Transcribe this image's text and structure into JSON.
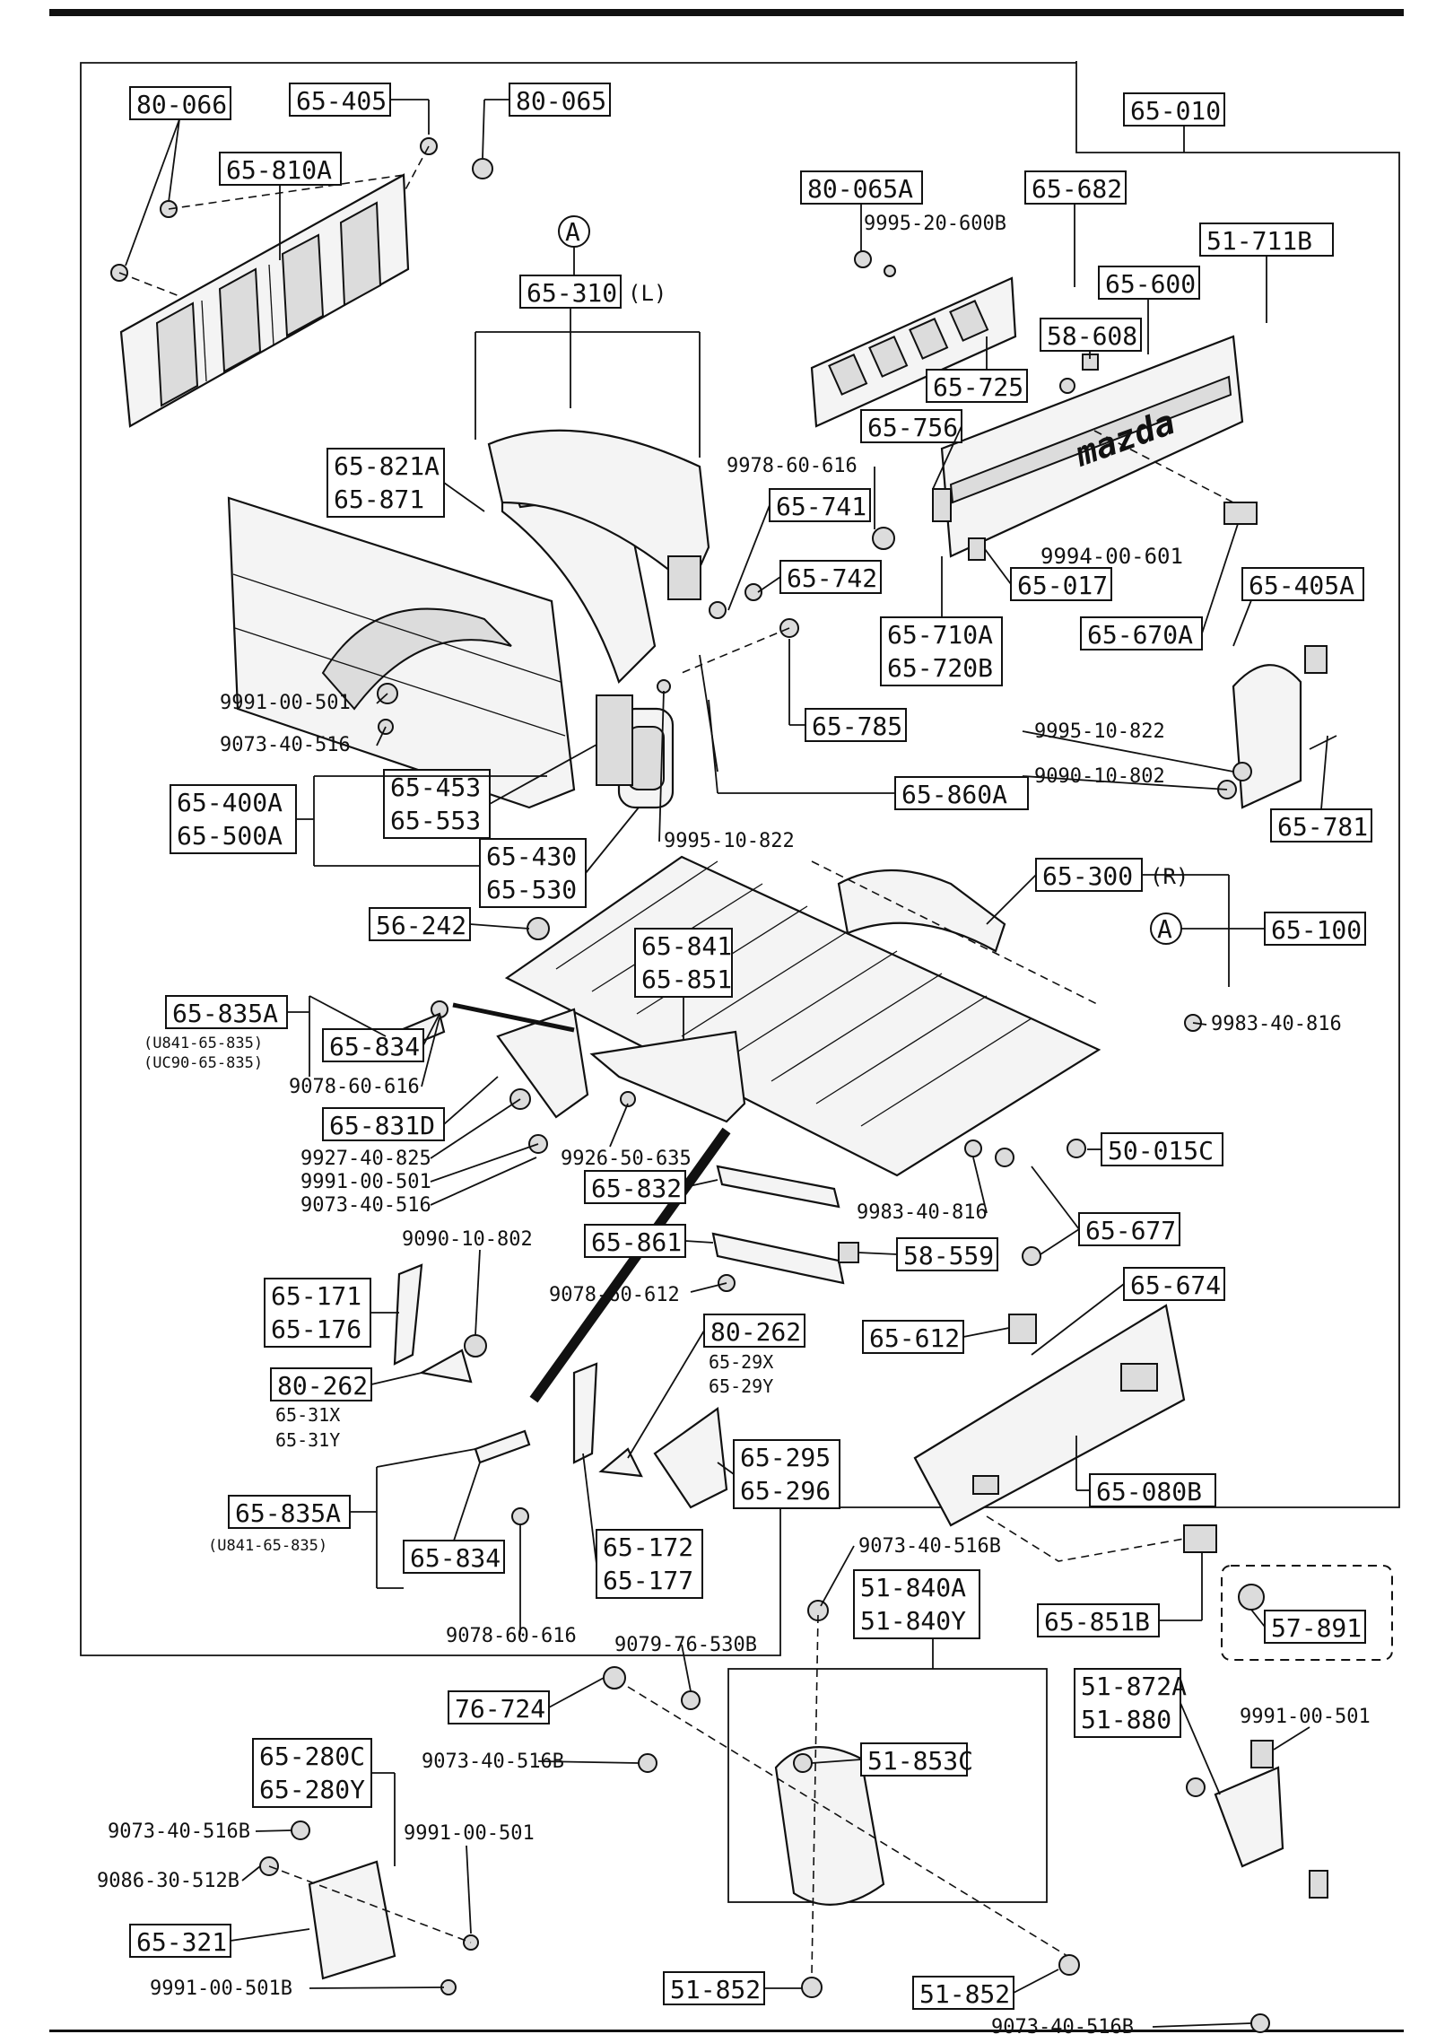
{
  "labels": {
    "p80_066": "80-066",
    "p65_405": "65-405",
    "p80_065": "80-065",
    "p65_010": "65-010",
    "p65_810A": "65-810A",
    "cA_top": "A",
    "p65_310": "65-310",
    "p65_310_side": "(L)",
    "p80_065A": "80-065A",
    "p9995_20_600B": "9995-20-600B",
    "p65_682": "65-682",
    "p51_711B": "51-711B",
    "p65_600": "65-600",
    "p58_608": "58-608",
    "p65_725": "65-725",
    "p65_756": "65-756",
    "p65_821A": "65-821A",
    "p65_871": "65-871",
    "p9978_60_616": "9978-60-616",
    "p65_741": "65-741",
    "p65_742": "65-742",
    "p9994_00_601": "9994-00-601",
    "p65_017": "65-017",
    "p65_405A": "65-405A",
    "p65_710A": "65-710A",
    "p65_720B": "65-720B",
    "p65_670A": "65-670A",
    "p9991_00_501_a": "9991-00-501",
    "p9073_40_516_a": "9073-40-516",
    "p65_785": "65-785",
    "p9995_10_822_a": "9995-10-822",
    "p9090_10_802_a": "9090-10-802",
    "p65_400A": "65-400A",
    "p65_500A": "65-500A",
    "p65_453": "65-453",
    "p65_553": "65-553",
    "p65_860A": "65-860A",
    "p65_781": "65-781",
    "p65_430": "65-430",
    "p65_530": "65-530",
    "p9995_10_822_b": "9995-10-822",
    "p65_300": "65-300",
    "p65_300_side": "(R)",
    "p56_242": "56-242",
    "p65_841": "65-841",
    "p65_851": "65-851",
    "cA_mid": "A",
    "p65_100": "65-100",
    "p65_835A_a": "65-835A",
    "p65_835A_a_n1": "(U841-65-835)",
    "p65_835A_a_n2": "(UC90-65-835)",
    "p65_834_a": "65-834",
    "p9983_40_816_a": "9983-40-816",
    "p9078_60_616_a": "9078-60-616",
    "p65_831D": "65-831D",
    "p9927_40_825": "9927-40-825",
    "p9926_50_635": "9926-50-635",
    "p50_015C": "50-015C",
    "p9991_00_501_b": "9991-00-501",
    "p9073_40_516_b": "9073-40-516",
    "p65_832": "65-832",
    "p9983_40_816_b": "9983-40-816",
    "p65_677": "65-677",
    "p9090_10_802_b": "9090-10-802",
    "p65_861": "65-861",
    "p58_559": "58-559",
    "p65_171": "65-171",
    "p65_176": "65-176",
    "p9078_60_612": "9078-60-612",
    "p65_674": "65-674",
    "p80_262_a": "80-262",
    "p65_29X": "65-29X",
    "p65_29Y": "65-29Y",
    "p65_612": "65-612",
    "p80_262_b": "80-262",
    "p65_31X": "65-31X",
    "p65_31Y": "65-31Y",
    "p65_295": "65-295",
    "p65_296": "65-296",
    "p65_080B": "65-080B",
    "p65_835A_b": "65-835A",
    "p65_835A_b_n1": "(U841-65-835)",
    "p65_834_b": "65-834",
    "p65_172": "65-172",
    "p65_177": "65-177",
    "p9073_40_516B_a": "9073-40-516B",
    "p51_840A": "51-840A",
    "p51_840Y": "51-840Y",
    "p65_851B": "65-851B",
    "p57_891": "57-891",
    "p9078_60_616_b": "9078-60-616",
    "p9079_76_530B": "9079-76-530B",
    "p76_724": "76-724",
    "p51_872A": "51-872A",
    "p51_880": "51-880",
    "p9991_00_501_c": "9991-00-501",
    "p65_280C": "65-280C",
    "p65_280Y": "65-280Y",
    "p9073_40_516B_b": "9073-40-516B",
    "p51_853C": "51-853C",
    "p9073_40_516B_c": "9073-40-516B",
    "p9991_00_501_d": "9991-00-501",
    "p9086_30_512B": "9086-30-512B",
    "p65_321": "65-321",
    "p9991_00_501B": "9991-00-501B",
    "p51_852_a": "51-852",
    "p51_852_b": "51-852",
    "p9073_40_516B_d": "9073-40-516B",
    "tailgate_brand": "mazda"
  }
}
